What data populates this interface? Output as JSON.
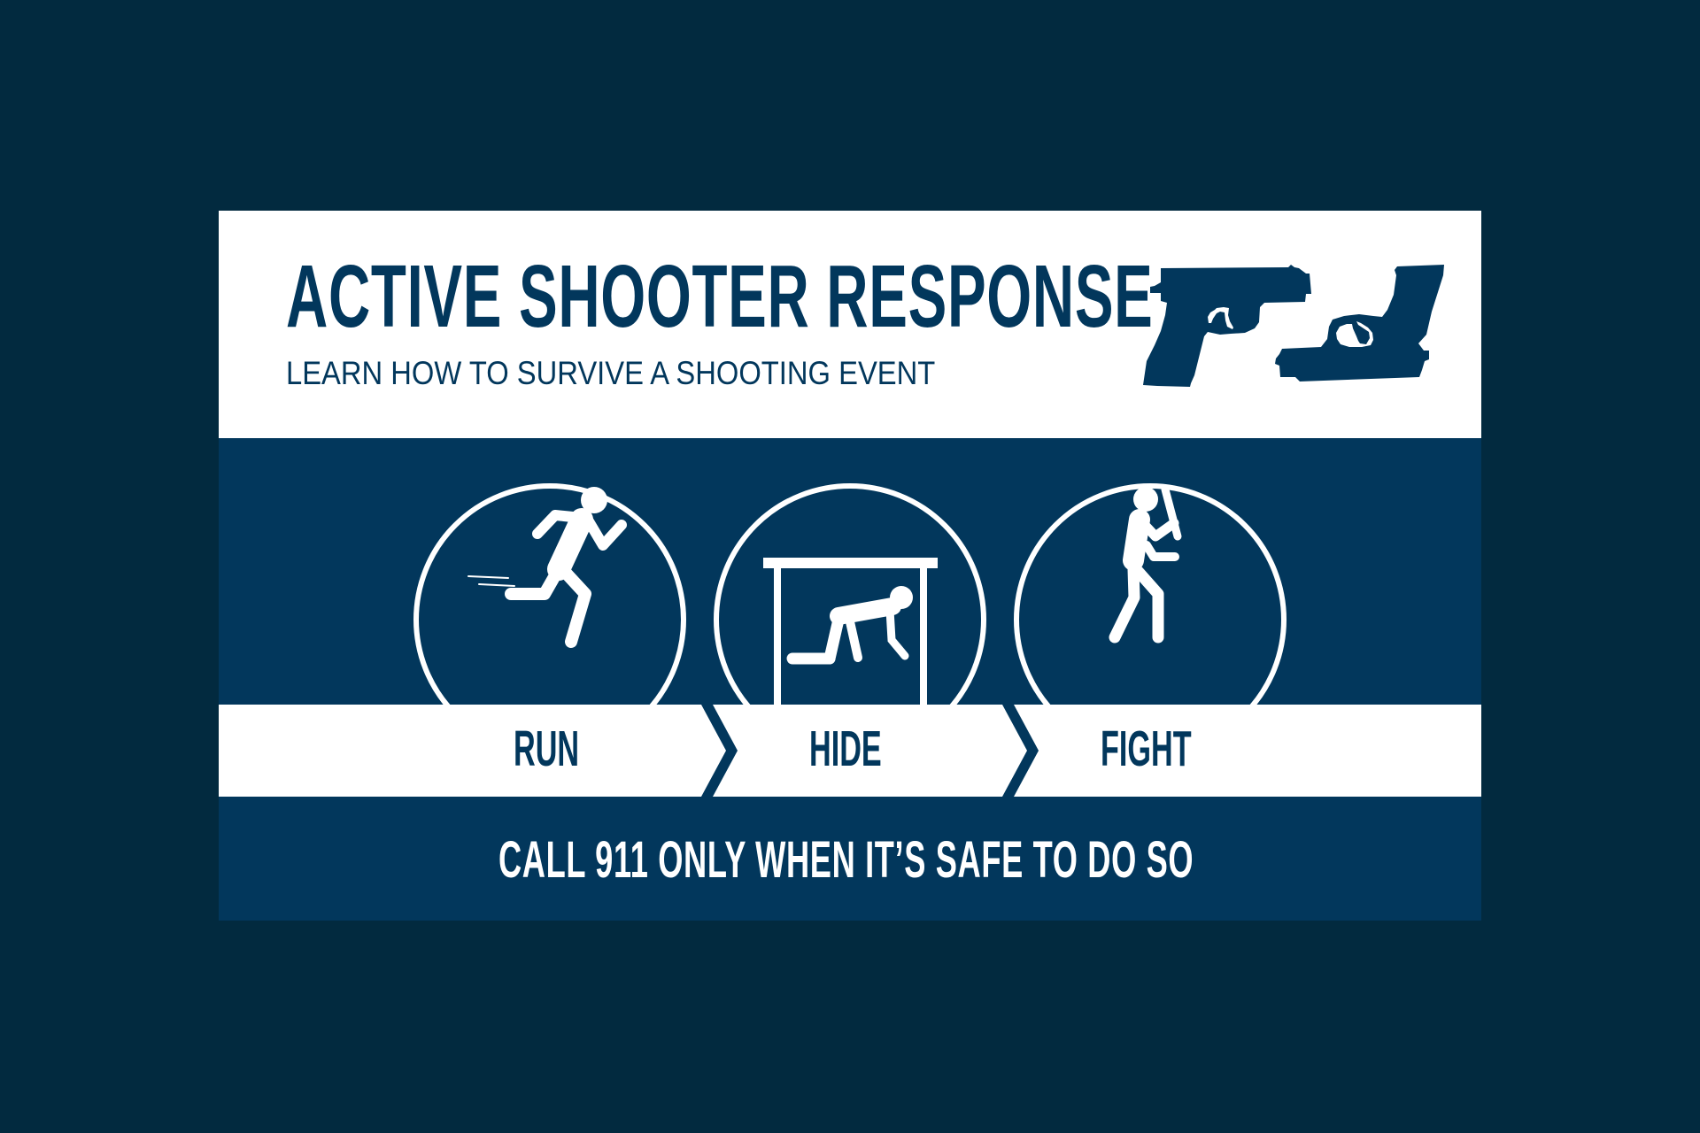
{
  "header": {
    "title": "ACTIVE SHOOTER RESPONSE",
    "subtitle": "LEARN HOW TO SURVIVE A SHOOTING EVENT",
    "icon": "handguns-icon"
  },
  "steps": [
    {
      "label": "RUN",
      "icon": "running-person-icon"
    },
    {
      "label": "HIDE",
      "icon": "hiding-under-table-icon"
    },
    {
      "label": "FIGHT",
      "icon": "person-with-bat-icon"
    }
  ],
  "footer": {
    "text": "CALL 911 ONLY WHEN IT’S SAFE TO DO SO"
  },
  "colors": {
    "background": "#022a3f",
    "primary_blue": "#02375c",
    "white": "#ffffff"
  }
}
